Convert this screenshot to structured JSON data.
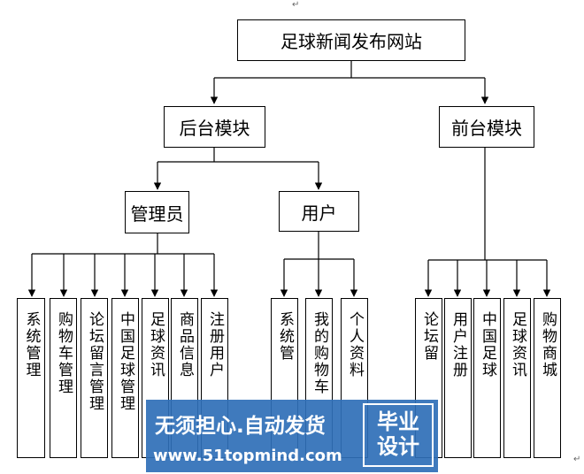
{
  "diagram": {
    "root": "足球新闻发布网站",
    "backend": "后台模块",
    "frontend": "前台模块",
    "admin": "管理员",
    "user": "用户",
    "admin_items": [
      "系统管理",
      "购物车管理",
      "论坛留言管理",
      "中国足球管理",
      "足球资讯",
      "商品信息",
      "注册用户"
    ],
    "user_items": [
      "系统管",
      "我的购物车",
      "个人资料"
    ],
    "front_items": [
      "论坛留",
      "用户注册",
      "中国足球",
      "足球资讯",
      "购物商城"
    ]
  },
  "watermark": {
    "slogan": "无须担心.自动发货",
    "url": "www.51topmind.com",
    "badge_line1": "毕业",
    "badge_line2": "设计"
  },
  "marks": [
    "↵",
    "↵"
  ]
}
